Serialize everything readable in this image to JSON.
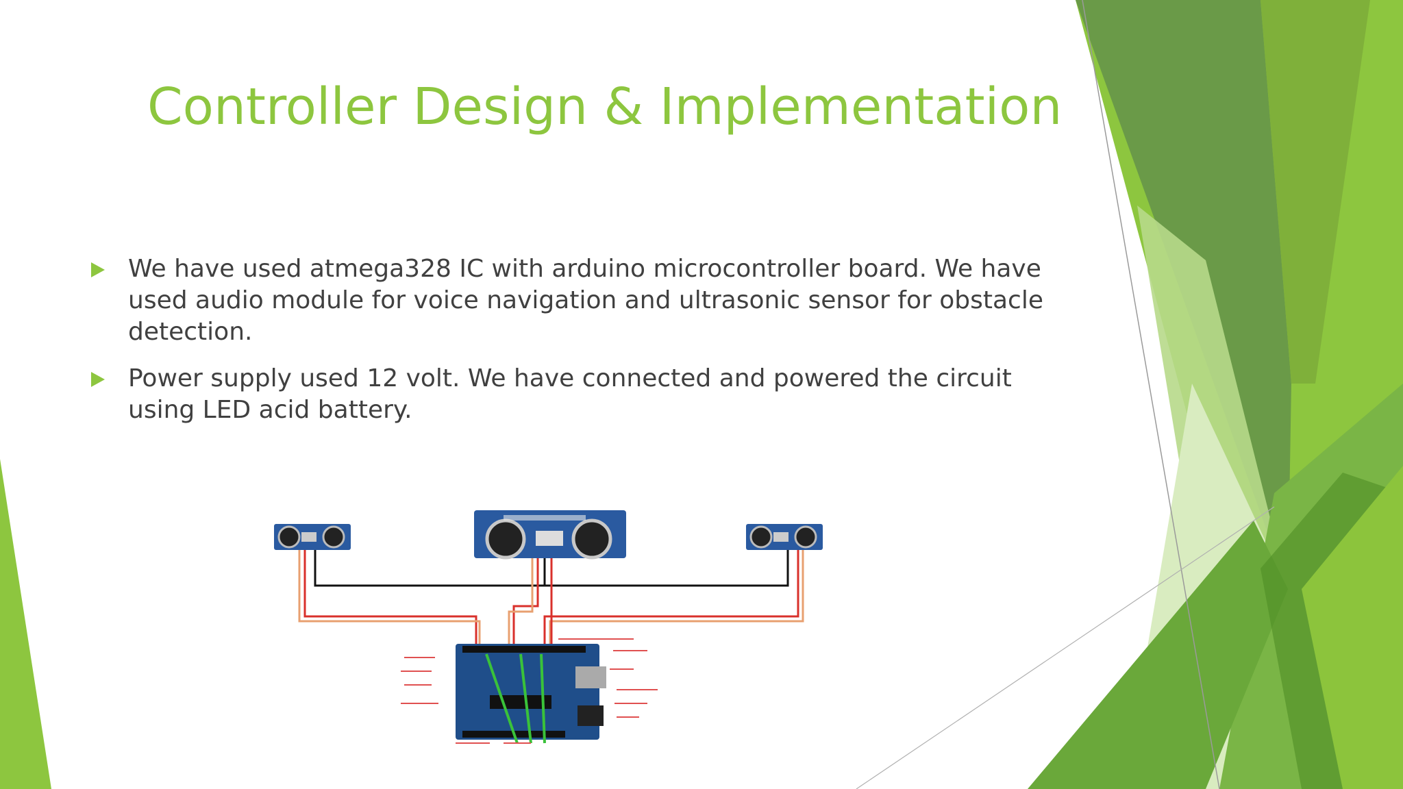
{
  "slide": {
    "title": "Controller Design & Implementation",
    "bullets": [
      "We have used atmega328 IC with arduino microcontroller board. We have used audio module for voice navigation and ultrasonic sensor for obstacle detection.",
      "Power supply used 12 volt. We have connected and powered the circuit using LED acid battery."
    ]
  },
  "theme": {
    "accent": "#8dc63f",
    "dark_green": "#5f9a2e",
    "light_green": "#d8ebbb",
    "text": "#404040",
    "board_blue": "#1f4e8a",
    "wire_red": "#d9302b",
    "wire_black": "#111111",
    "wire_green": "#3ac23a"
  },
  "diagram": {
    "subject": "arduino-ultrasonic-sensor-wiring",
    "sensors": 3
  }
}
